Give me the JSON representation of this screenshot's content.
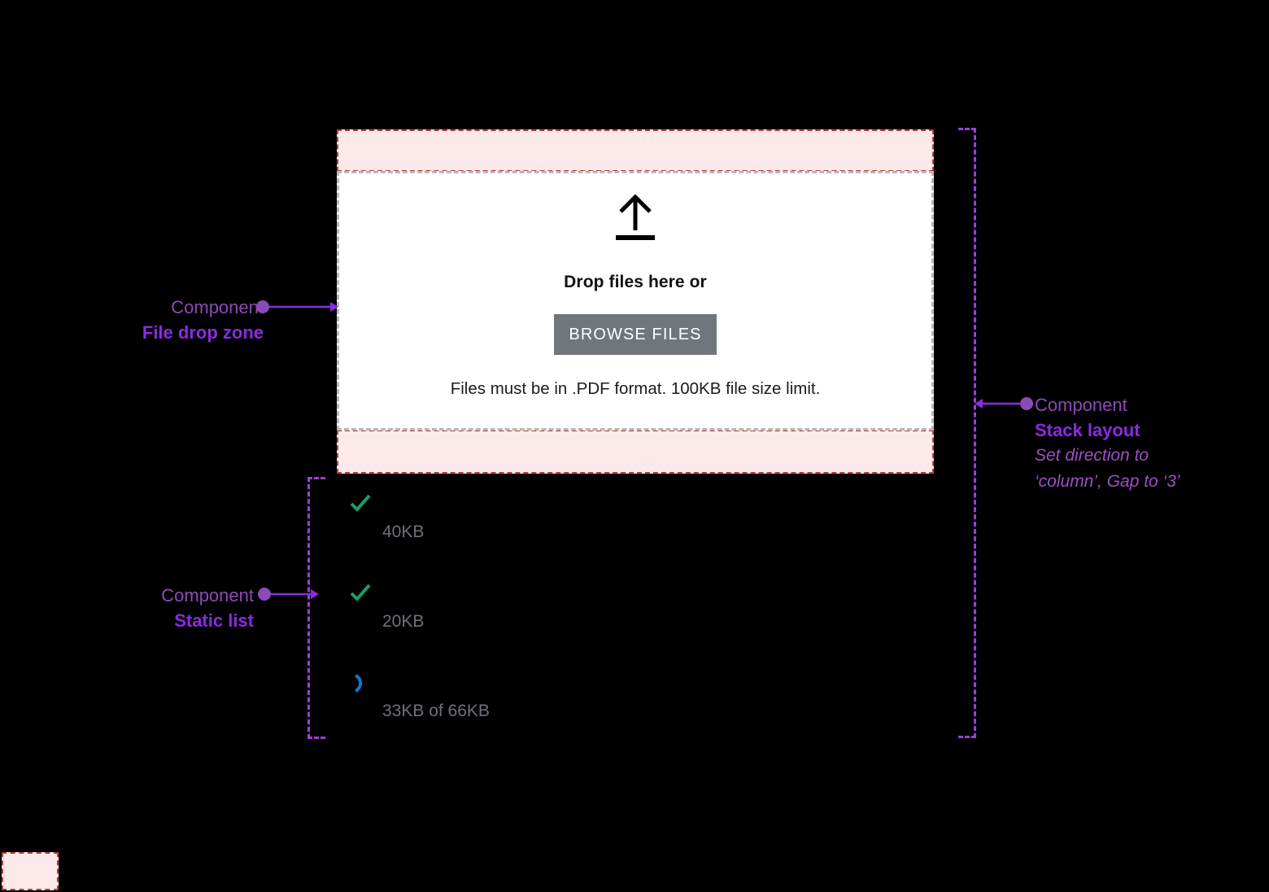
{
  "dropzone": {
    "icon": "upload-arrow-icon",
    "title": "Drop files here or",
    "browse_label": "BROWSE FILES",
    "hint": "Files must be in .PDF format. 100KB file size limit.",
    "button_color": "#71767c",
    "border_color": "#b8b8b8"
  },
  "file_list": [
    {
      "status_icon": "check-icon",
      "status": "complete",
      "name": "",
      "size": "40KB",
      "color": "#1a9e68"
    },
    {
      "status_icon": "check-icon",
      "status": "complete",
      "name": "",
      "size": "20KB",
      "color": "#1a9e68"
    },
    {
      "status_icon": "spinner-icon",
      "status": "uploading",
      "name": "",
      "size": "33KB of 66KB",
      "color": "#0d7ac6"
    }
  ],
  "callouts": {
    "dropzone": {
      "kind": "Component",
      "name": "File drop zone"
    },
    "static_list": {
      "kind": "Component",
      "name": "Static list"
    },
    "stack_layout": {
      "kind": "Component",
      "name": "Stack layout",
      "note_line1": "Set direction to",
      "note_line2": "‘column’, Gap to ‘3’"
    }
  },
  "colors": {
    "spacing_fill": "#fce9e9",
    "spacing_stroke": "#b73c3c",
    "annotation": "#8a2be2",
    "background": "#000000"
  }
}
